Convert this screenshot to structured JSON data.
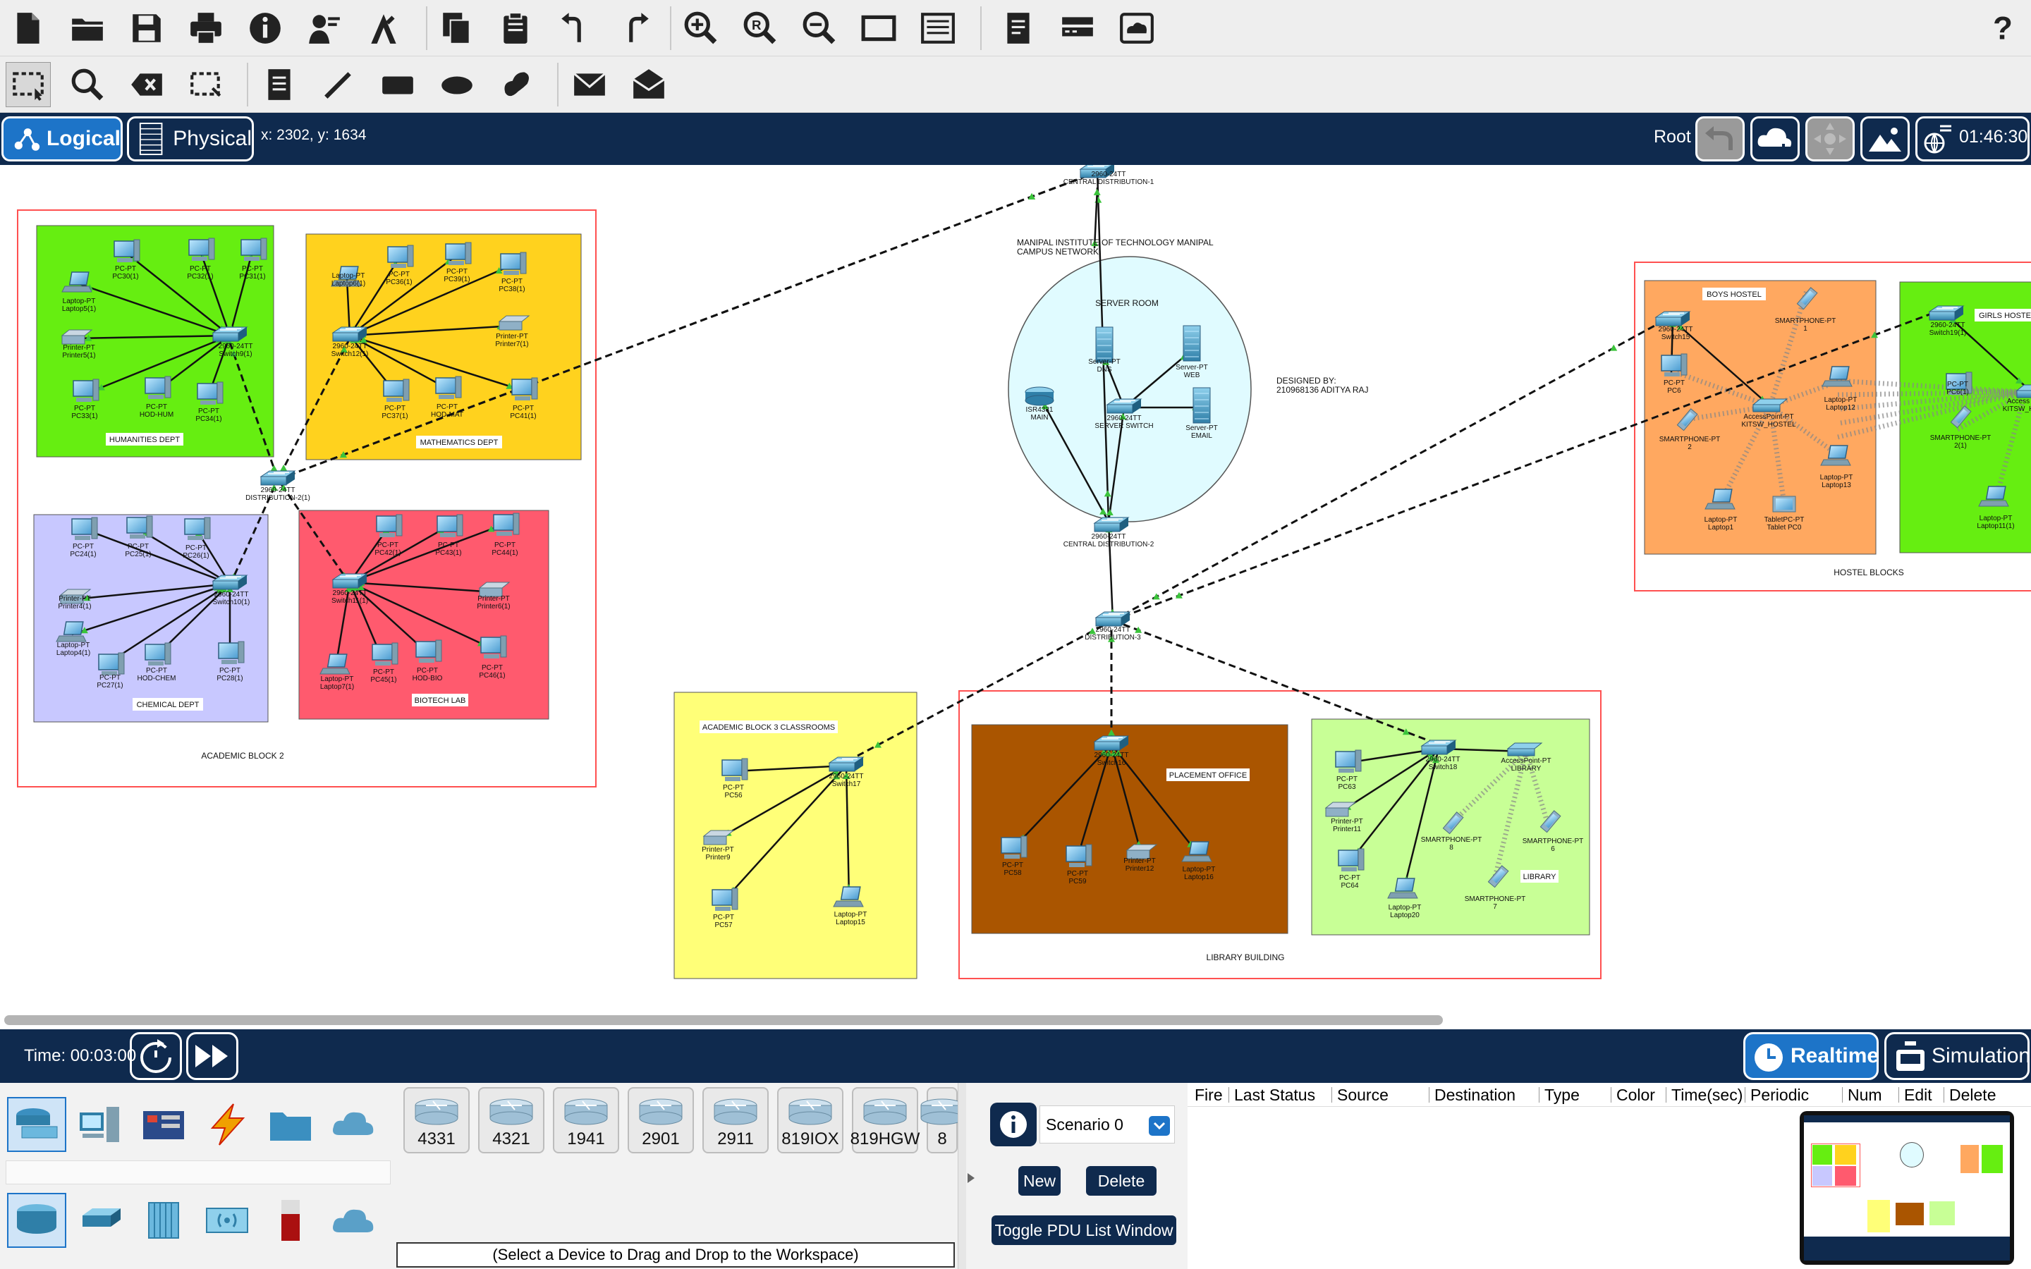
{
  "navbar": {
    "logical_label": "Logical",
    "physical_label": "Physical",
    "coords": "x: 2302, y: 1634",
    "root_label": "Root",
    "clock": "01:46:30"
  },
  "workspace": {
    "title_line1": "MANIPAL INSTITUTE OF TECHNOLOGY MANIPAL",
    "title_line2": "CAMPUS NETWORK",
    "designed_line1": "DESIGNED BY:",
    "designed_line2": "210968136 ADITYA RAJ",
    "server_room": "SERVER ROOM",
    "central1": [
      "2960-24TT",
      "CENTRAL DISTRIBUTION-1"
    ],
    "central2": [
      "2960-24TT",
      "CENTRAL DISTRIBUTION-2"
    ],
    "dist3": [
      "2960-24TT",
      "DISTRIBUTION-3"
    ],
    "dist2": [
      "2960-24TT",
      "DISTRIBUTION-2(1)"
    ],
    "server_switch": [
      "2960-24TT",
      "SERVER SWITCH"
    ],
    "isr": [
      "ISR4331",
      "MAIN"
    ],
    "servers": [
      {
        "line1": "Server-PT",
        "line2": "DNS"
      },
      {
        "line1": "Server-PT",
        "line2": "WEB"
      },
      {
        "line1": "Server-PT",
        "line2": "EMAIL"
      }
    ],
    "academic_block2": "ACADEMIC BLOCK 2",
    "humanities": {
      "label": "HUMANITIES DEPT",
      "switch": [
        "2960-24TT",
        "Switch9(1)"
      ],
      "devices": [
        {
          "line1": "PC-PT",
          "line2": "PC30(1)"
        },
        {
          "line1": "PC-PT",
          "line2": "PC32(1)"
        },
        {
          "line1": "PC-PT",
          "line2": "PC31(1)"
        },
        {
          "line1": "Laptop-PT",
          "line2": "Laptop5(1)"
        },
        {
          "line1": "Printer-PT",
          "line2": "Printer5(1)"
        },
        {
          "line1": "PC-PT",
          "line2": "PC33(1)"
        },
        {
          "line1": "PC-PT",
          "line2": "HOD-HUM"
        },
        {
          "line1": "PC-PT",
          "line2": "PC34(1)"
        }
      ]
    },
    "mathematics": {
      "label": "MATHEMATICS DEPT",
      "switch": [
        "2960-24TT",
        "Switch12(1)"
      ],
      "devices": [
        {
          "line1": "Laptop-PT",
          "line2": "Laptop6(1)"
        },
        {
          "line1": "PC-PT",
          "line2": "PC36(1)"
        },
        {
          "line1": "PC-PT",
          "line2": "PC39(1)"
        },
        {
          "line1": "PC-PT",
          "line2": "PC38(1)"
        },
        {
          "line1": "Printer-PT",
          "line2": "Printer7(1)"
        },
        {
          "line1": "PC-PT",
          "line2": "PC37(1)"
        },
        {
          "line1": "PC-PT",
          "line2": "HOD-MAT"
        },
        {
          "line1": "PC-PT",
          "line2": "PC41(1)"
        }
      ]
    },
    "chemical": {
      "label": "CHEMICAL DEPT",
      "switch": [
        "2960-24TT",
        "Switch10(1)"
      ],
      "devices": [
        {
          "line1": "PC-PT",
          "line2": "PC24(1)"
        },
        {
          "line1": "PC-PT",
          "line2": "PC25(1)"
        },
        {
          "line1": "PC-PT",
          "line2": "PC26(1)"
        },
        {
          "line1": "Printer-PT",
          "line2": "Printer4(1)"
        },
        {
          "line1": "Laptop-PT",
          "line2": "Laptop4(1)"
        },
        {
          "line1": "PC-PT",
          "line2": "PC27(1)"
        },
        {
          "line1": "PC-PT",
          "line2": "HOD-CHEM"
        },
        {
          "line1": "PC-PT",
          "line2": "PC28(1)"
        }
      ]
    },
    "biotech": {
      "label": "BIOTECH LAB",
      "switch": [
        "2960-24TT",
        "Switch11(1)"
      ],
      "devices": [
        {
          "line1": "PC-PT",
          "line2": "PC42(1)"
        },
        {
          "line1": "PC-PT",
          "line2": "PC43(1)"
        },
        {
          "line1": "PC-PT",
          "line2": "PC44(1)"
        },
        {
          "line1": "Printer-PT",
          "line2": "Printer6(1)"
        },
        {
          "line1": "Laptop-PT",
          "line2": "Laptop7(1)"
        },
        {
          "line1": "PC-PT",
          "line2": "PC45(1)"
        },
        {
          "line1": "PC-PT",
          "line2": "HOD-BIO"
        },
        {
          "line1": "PC-PT",
          "line2": "PC46(1)"
        }
      ]
    },
    "classrooms": {
      "label": "ACADEMIC BLOCK 3 CLASSROOMS",
      "switch": [
        "2960-24TT",
        "Switch17"
      ],
      "devices": [
        {
          "line1": "PC-PT",
          "line2": "PC56"
        },
        {
          "line1": "Printer-PT",
          "line2": "Printer9"
        },
        {
          "line1": "PC-PT",
          "line2": "PC57"
        },
        {
          "line1": "Laptop-PT",
          "line2": "Laptop15"
        }
      ]
    },
    "library_building": "LIBRARY BUILDING",
    "placement": {
      "label": "PLACEMENT OFFICE",
      "switch": [
        "2960-24TT",
        "Switch16"
      ],
      "devices": [
        {
          "line1": "PC-PT",
          "line2": "PC58"
        },
        {
          "line1": "PC-PT",
          "line2": "PC59"
        },
        {
          "line1": "Printer-PT",
          "line2": "Printer12"
        },
        {
          "line1": "Laptop-PT",
          "line2": "Laptop16"
        }
      ]
    },
    "library": {
      "label": "LIBRARY",
      "switch": [
        "2960-24TT",
        "Switch18"
      ],
      "ap": [
        "AccessPoint-PT",
        "LIBRARY"
      ],
      "devices": [
        {
          "line1": "PC-PT",
          "line2": "PC63"
        },
        {
          "line1": "Printer-PT",
          "line2": "Printer11"
        },
        {
          "line1": "PC-PT",
          "line2": "PC64"
        },
        {
          "line1": "Laptop-PT",
          "line2": "Laptop20"
        },
        {
          "line1": "SMARTPHONE-PT",
          "line2": "8"
        },
        {
          "line1": "SMARTPHONE-PT",
          "line2": "7"
        },
        {
          "line1": "SMARTPHONE-PT",
          "line2": "6"
        }
      ]
    },
    "hostel_blocks": "HOSTEL BLOCKS",
    "boys_hostel": {
      "label": "BOYS HOSTEL",
      "switch": [
        "2960-24TT",
        "Switch15"
      ],
      "ap": [
        "AccessPoint-PT",
        "KITSW_HOSTEL"
      ],
      "devices": [
        {
          "line1": "SMARTPHONE-PT",
          "line2": "1"
        },
        {
          "line1": "PC-PT",
          "line2": "PC6"
        },
        {
          "line1": "SMARTPHONE-PT",
          "line2": "2"
        },
        {
          "line1": "Laptop-PT",
          "line2": "Laptop12"
        },
        {
          "line1": "Laptop-PT",
          "line2": "Laptop13"
        },
        {
          "line1": "Laptop-PT",
          "line2": "Laptop1"
        },
        {
          "line1": "TabletPC-PT",
          "line2": "Tablet PC0"
        }
      ]
    },
    "girls_hostel": {
      "label": "GIRLS HOSTE",
      "switch": [
        "2960-24TT",
        "Switch19(1)"
      ],
      "ap": [
        "Access",
        "KITSW_H"
      ],
      "devices": [
        {
          "line1": "PC-PT",
          "line2": "PC6(1)"
        },
        {
          "line1": "SMARTPHONE-PT",
          "line2": "2(1)"
        },
        {
          "line1": "Laptop-PT",
          "line2": "Laptop11(1)"
        }
      ]
    }
  },
  "status": {
    "time": "Time: 00:03:00",
    "realtime": "Realtime",
    "simulation": "Simulation"
  },
  "device_panel": {
    "routers": [
      "4331",
      "4321",
      "1941",
      "2901",
      "2911",
      "819IOX",
      "819HGW",
      "8"
    ],
    "hint": "(Select a Device to Drag and Drop to the Workspace)"
  },
  "scenario": {
    "selected": "Scenario 0",
    "new": "New",
    "delete": "Delete",
    "toggle": "Toggle PDU List Window"
  },
  "pdu_columns": [
    "Fire",
    "Last Status",
    "Source",
    "Destination",
    "Type",
    "Color",
    "Time(sec)",
    "Periodic",
    "Num",
    "Edit",
    "Delete"
  ],
  "colors": {
    "nav_bg": "#0f2a4e",
    "accent": "#1d74c8",
    "humanities": "#66ee11",
    "mathematics": "#ffd21e",
    "chemical": "#c8c8ff",
    "biotech": "#ff5a6e",
    "classrooms": "#ffff78",
    "placement": "#aa5500",
    "library": "#c8ff96",
    "boys_hostel": "#ffa860",
    "girls_hostel": "#66ee11",
    "server_room": "#e0fbff"
  }
}
